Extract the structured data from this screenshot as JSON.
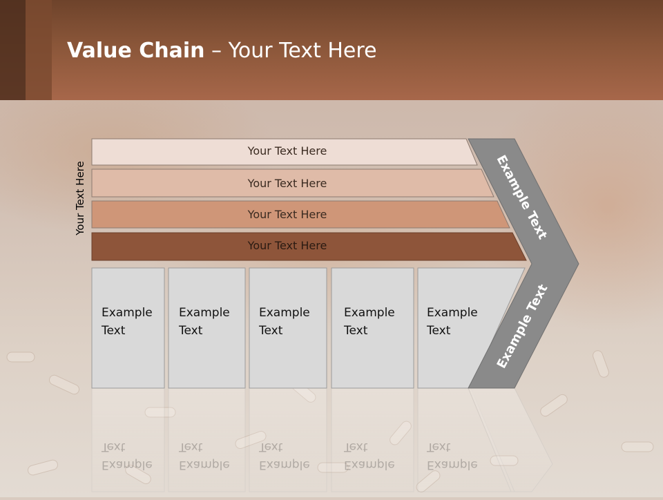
{
  "slide": {
    "title_bold": "Value Chain",
    "title_rest": " – Your Text Here",
    "side_label": "Your Text Here"
  },
  "bars": [
    {
      "label": "Your Text Here",
      "color": "#eeddd5"
    },
    {
      "label": "Your Text Here",
      "color": "#dfbba8"
    },
    {
      "label": "Your Text Here",
      "color": "#cf9678"
    },
    {
      "label": "Your Text Here",
      "color": "#8e553a"
    }
  ],
  "boxes": [
    {
      "line1": "Example",
      "line2": "Text"
    },
    {
      "line1": "Example",
      "line2": "Text"
    },
    {
      "line1": "Example",
      "line2": "Text"
    },
    {
      "line1": "Example",
      "line2": "Text"
    },
    {
      "line1": "Example",
      "line2": "Text"
    }
  ],
  "arrow": {
    "upper_label": "Example Text",
    "lower_label": "Example Text",
    "color": "#8a8a8a"
  },
  "colors": {
    "header_dark": "#6e432b",
    "header_light": "#a7674a",
    "box_fill": "#d9d9d9"
  }
}
